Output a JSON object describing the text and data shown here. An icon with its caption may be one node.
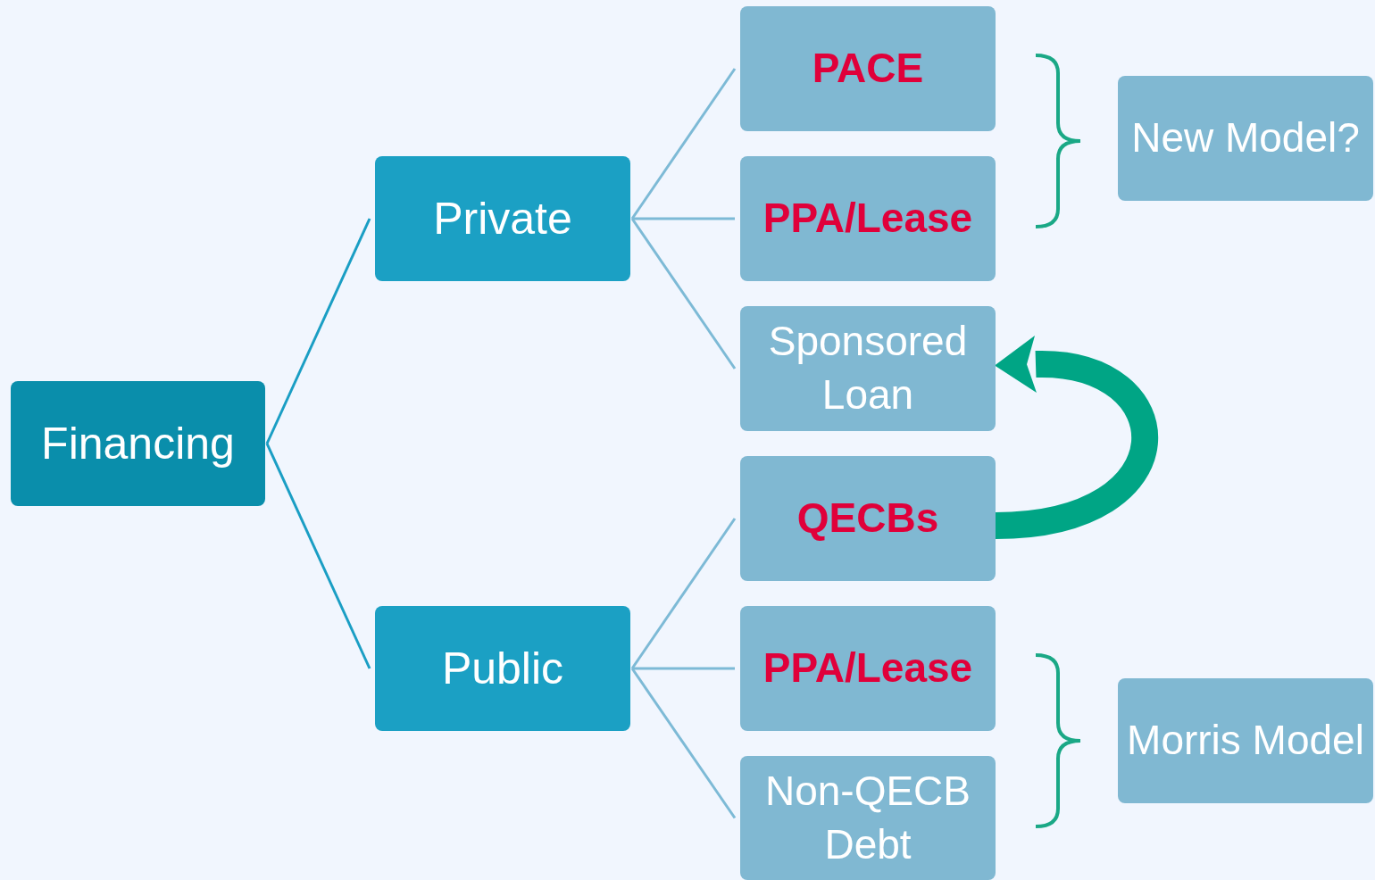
{
  "diagram": {
    "nodes": [
      {
        "text": [
          "Financing"
        ]
      },
      {
        "text": [
          "Private"
        ]
      },
      {
        "text": [
          "Public"
        ]
      },
      {
        "text": [
          "PACE"
        ]
      },
      {
        "text": [
          "PPA/Lease"
        ]
      },
      {
        "text": [
          "Sponsored Loan"
        ]
      },
      {
        "text": [
          "QECBs"
        ]
      },
      {
        "text": [
          "PPA/Lease"
        ]
      },
      {
        "text": [
          "Non-QECB Debt"
        ]
      },
      {
        "text": [
          "New Model?"
        ]
      },
      {
        "text": [
          "Morris Model"
        ]
      }
    ],
    "edges": [
      {
        "from": 0,
        "to": 1,
        "arrow": "none",
        "color": "#1a9ec4"
      },
      {
        "from": 0,
        "to": 2,
        "arrow": "none",
        "color": "#1a9ec4"
      },
      {
        "from": 1,
        "to": 3,
        "arrow": "none"
      },
      {
        "from": 1,
        "to": 4,
        "arrow": "none"
      },
      {
        "from": 1,
        "to": 5,
        "arrow": "none"
      },
      {
        "from": 2,
        "to": 6,
        "arrow": "none"
      },
      {
        "from": 2,
        "to": 7,
        "arrow": "none"
      },
      {
        "from": 2,
        "to": 8,
        "arrow": "none"
      },
      {
        "from": 6,
        "to": 5,
        "arrow": "to",
        "style": "thick",
        "color": "#00a585"
      }
    ]
  }
}
